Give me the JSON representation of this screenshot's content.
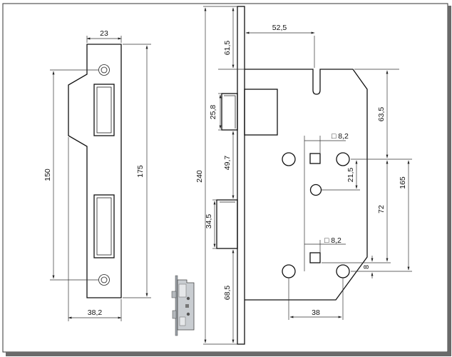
{
  "drawing": {
    "strike_plate": {
      "width_top": "23",
      "hole_spacing": "150",
      "length": "175",
      "width_bottom": "38,2"
    },
    "lock_body": {
      "backset": "52,5",
      "top_offset": "61,5",
      "latch_height": "25,8",
      "latch_to_bolt": "49,7",
      "overall_height": "240",
      "bolt_height": "34,5",
      "bottom_offset": "68,5",
      "upper_follower_to_top": "63,5",
      "spindle_to_cylinder": "21,5",
      "follower_centers": "72",
      "fixing_centers": "165",
      "bottom_detail": "8",
      "square_upper": "□ 8,2",
      "square_lower": "□ 8,2",
      "fixing_hole_spacing": "38"
    }
  },
  "colors": {
    "line": "#111111",
    "frame_shadow": "#555555",
    "background": "#ffffff"
  }
}
